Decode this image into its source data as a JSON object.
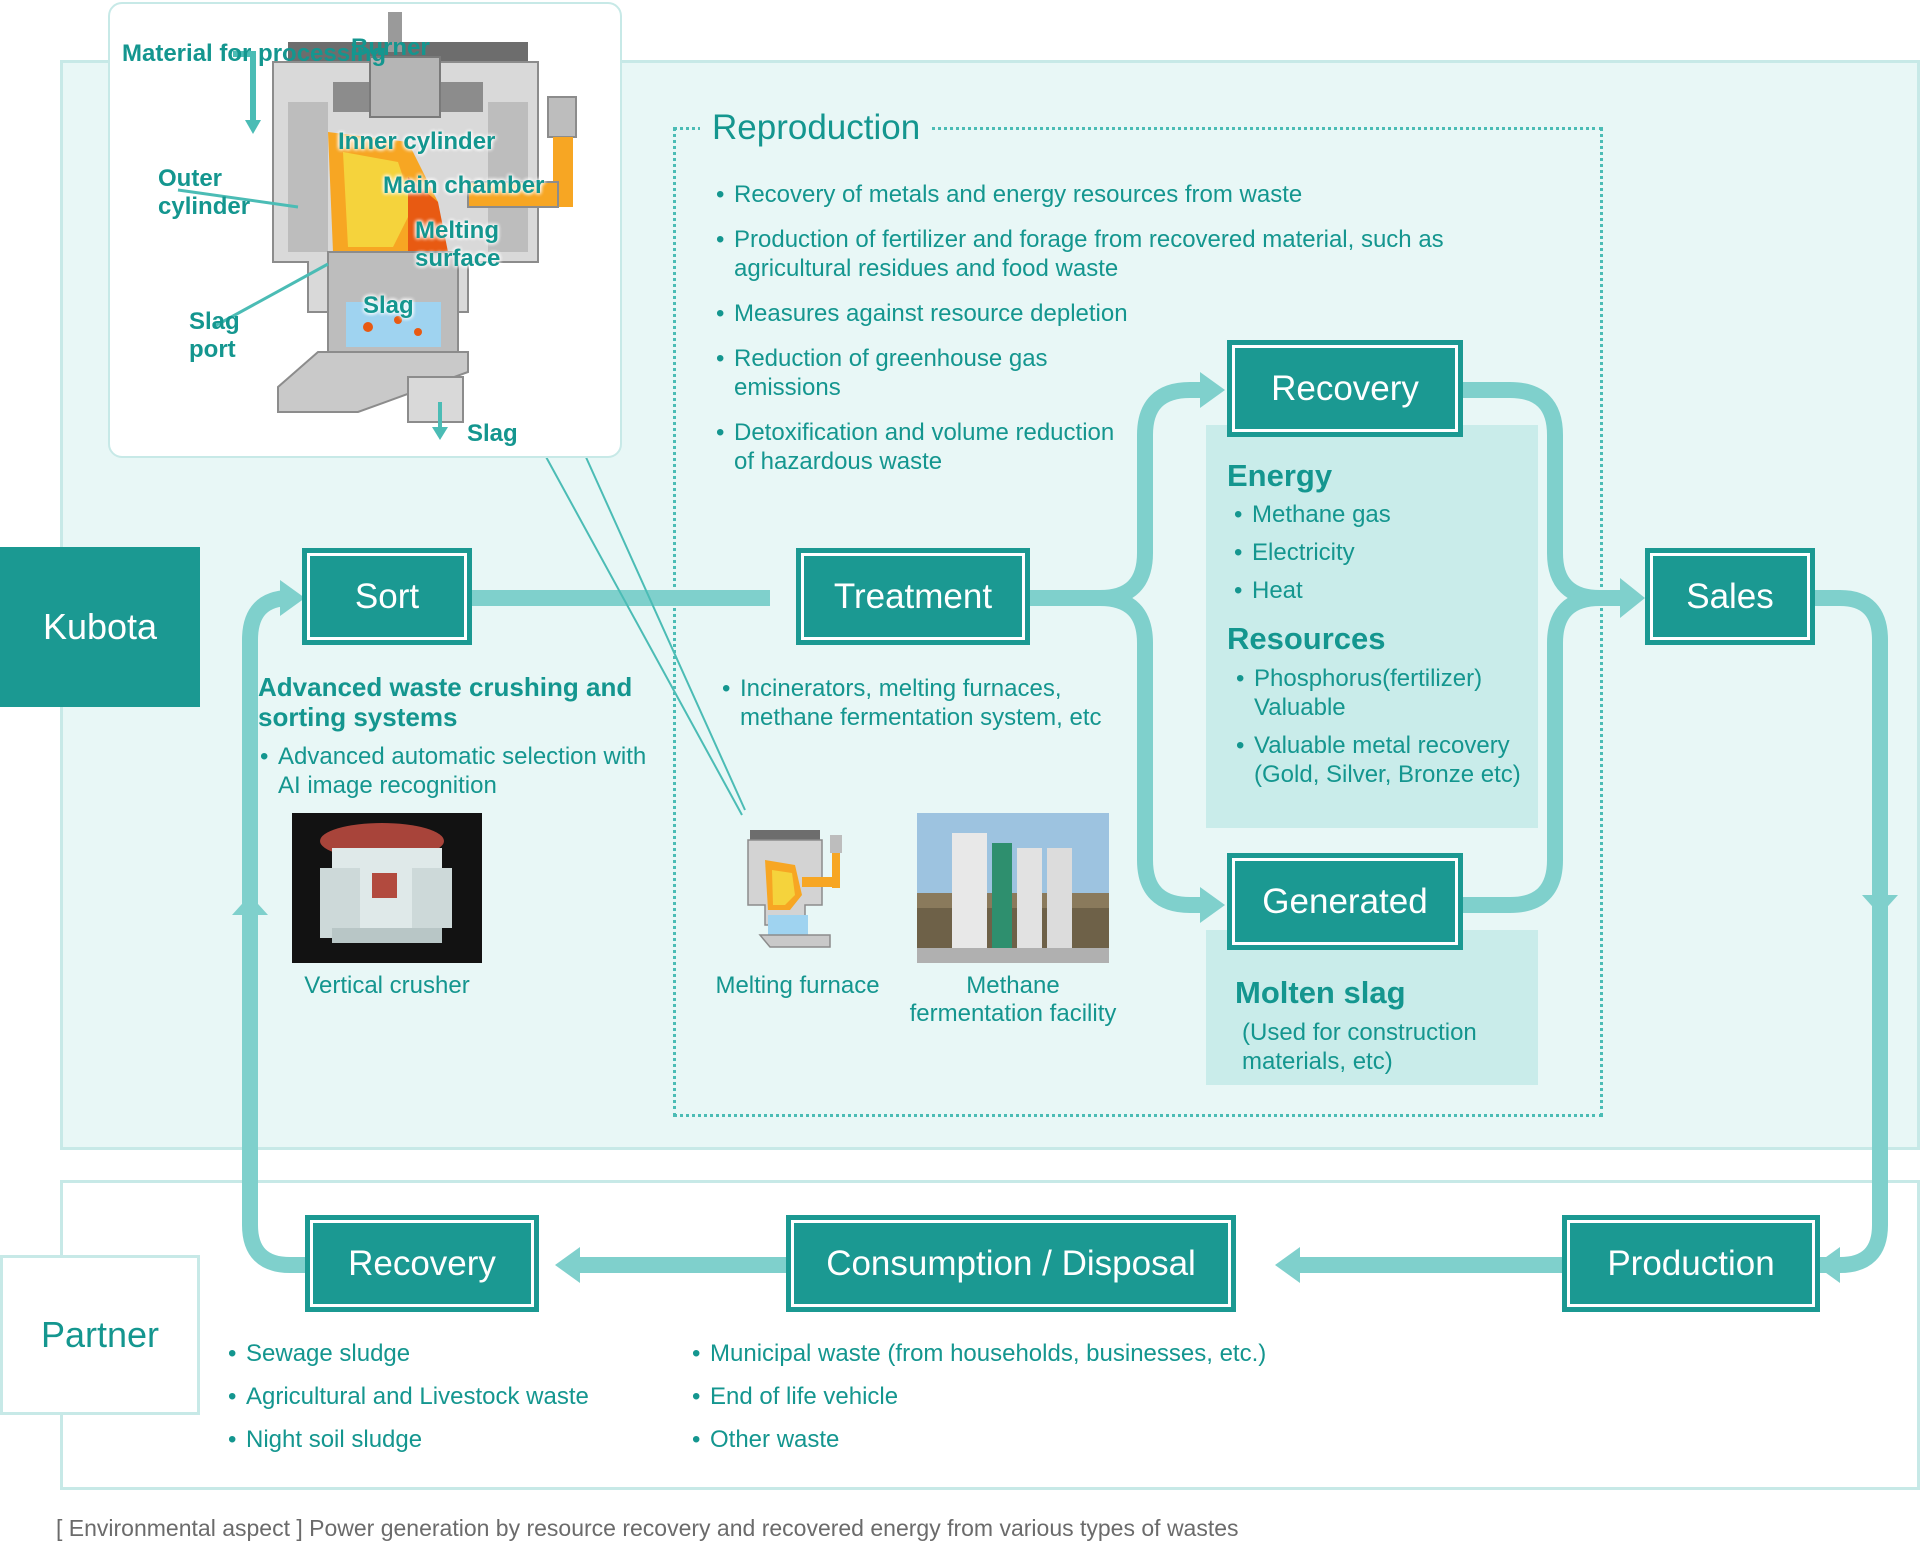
{
  "colors": {
    "teal": "#1b9992",
    "teal_text": "#14968f",
    "light_bg": "#e8f7f6",
    "panel_bg": "#c9ecea",
    "arrow": "#7fd0cc"
  },
  "regions": {
    "kubota": "Kubota",
    "partner": "Partner"
  },
  "callout": {
    "labels": {
      "material": "Material for processing",
      "burner": "Burner",
      "inner": "Inner cylinder",
      "outer": "Outer cylinder",
      "main": "Main chamber",
      "melting": "Melting surface",
      "slag_port": "Slag port",
      "slag_inner": "Slag",
      "slag_out": "Slag"
    }
  },
  "reproduction": {
    "title": "Reproduction",
    "bullets": [
      "Recovery of metals and energy resources from waste",
      "Production of fertilizer and forage from recovered material, such as agricultural residues and food waste",
      "Measures against resource depletion",
      "Reduction of greenhouse gas emissions",
      "Detoxification and volume reduction of hazardous waste"
    ]
  },
  "boxes": {
    "sort": "Sort",
    "treatment": "Treatment",
    "recovery_top": "Recovery",
    "generated": "Generated",
    "sales": "Sales",
    "recovery_bottom": "Recovery",
    "consumption": "Consumption / Disposal",
    "production": "Production"
  },
  "sort_info": {
    "heading": "Advanced waste crushing and sorting systems",
    "bullet": "Advanced automatic selection with AI image recognition",
    "caption": "Vertical crusher"
  },
  "treatment_info": {
    "bullet": "Incinerators, melting furnaces, methane fermentation system, etc",
    "caption_furnace": "Melting furnace",
    "caption_methane": "Methane fermentation facility"
  },
  "energy": {
    "heading": "Energy",
    "items": [
      "Methane gas",
      "Electricity",
      "Heat"
    ]
  },
  "resources": {
    "heading": "Resources",
    "items": [
      "Phosphorus(fertilizer) Valuable",
      "Valuable metal recovery (Gold, Silver, Bronze etc)"
    ]
  },
  "slag": {
    "heading": "Molten slag",
    "note": "(Used for construction materials, etc)"
  },
  "partner_lists": {
    "recovery": [
      "Sewage sludge",
      "Agricultural and Livestock waste",
      "Night soil sludge"
    ],
    "consumption": [
      "Municipal waste (from households, businesses, etc.)",
      "End of life vehicle",
      "Other waste"
    ]
  },
  "footer": "[ Environmental aspect ]  Power generation by resource recovery and recovered energy from various types of wastes"
}
